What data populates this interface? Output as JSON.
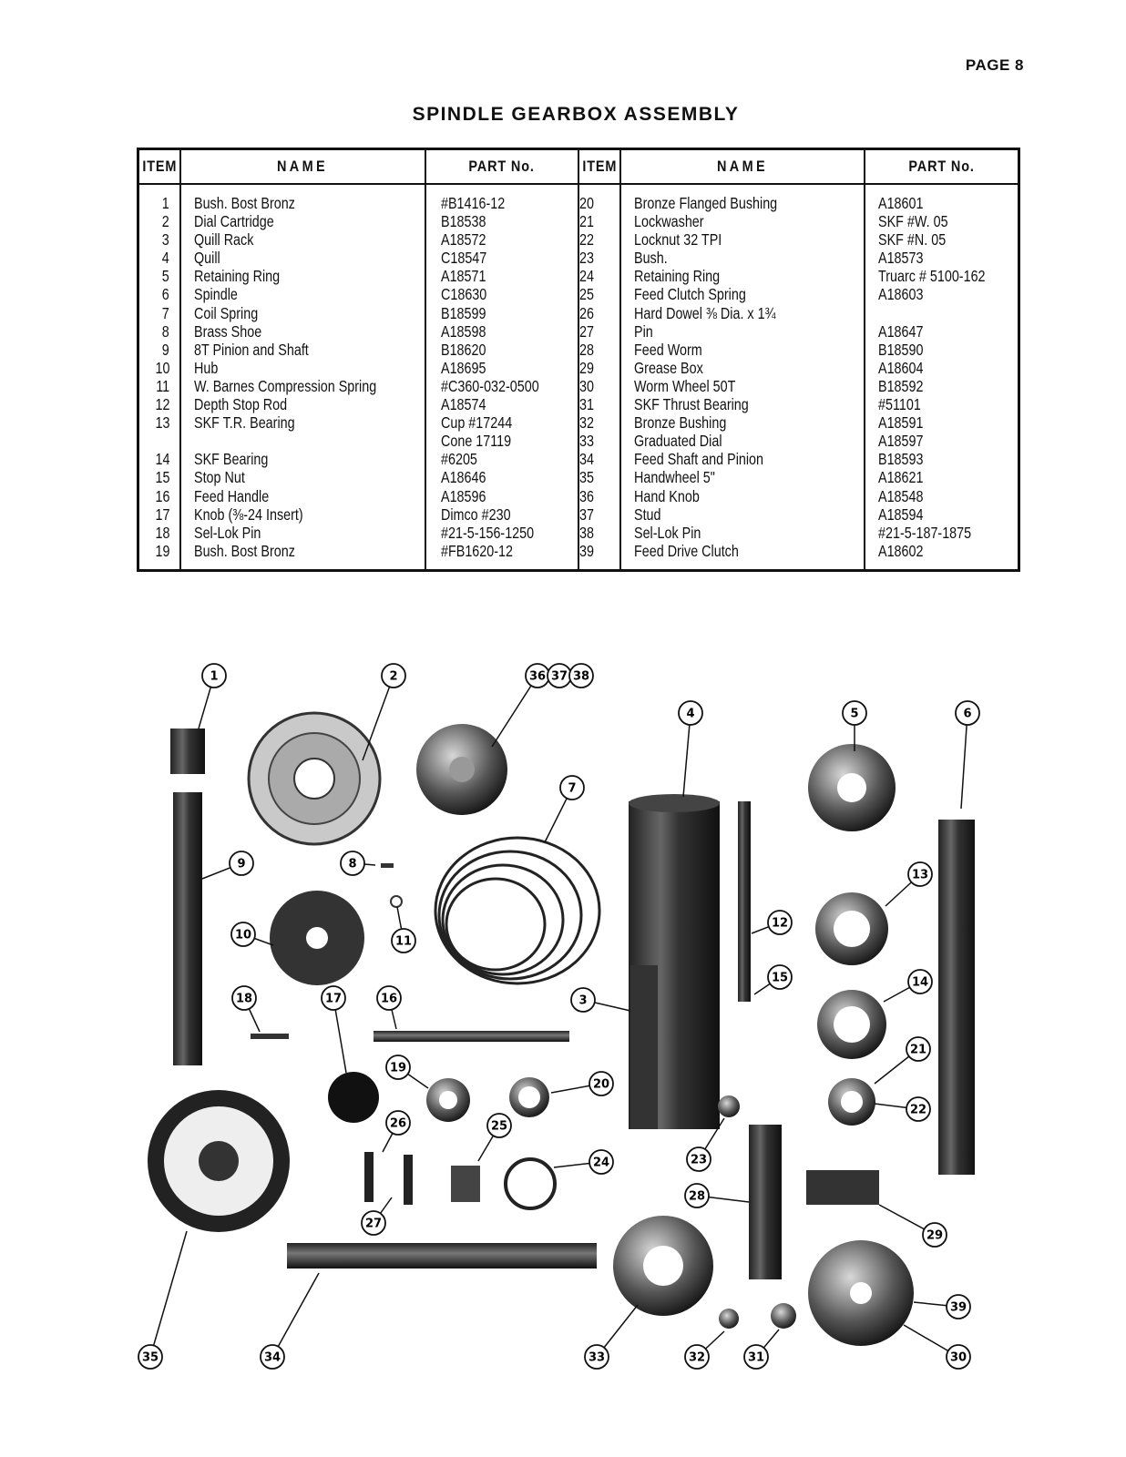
{
  "page_label": "PAGE 8",
  "title": "SPINDLE GEARBOX ASSEMBLY",
  "columns": {
    "item": "ITEM",
    "name": "NAME",
    "part": "PART No."
  },
  "left_items": [
    {
      "item": "1",
      "name": "Bush. Bost Bronz",
      "part": "#B1416-12"
    },
    {
      "item": "2",
      "name": "Dial Cartridge",
      "part": "B18538"
    },
    {
      "item": "3",
      "name": "Quill Rack",
      "part": "A18572"
    },
    {
      "item": "4",
      "name": "Quill",
      "part": "C18547"
    },
    {
      "item": "5",
      "name": "Retaining Ring",
      "part": "A18571"
    },
    {
      "item": "6",
      "name": "Spindle",
      "part": "C18630"
    },
    {
      "item": "7",
      "name": "Coil Spring",
      "part": "B18599"
    },
    {
      "item": "8",
      "name": "Brass Shoe",
      "part": "A18598"
    },
    {
      "item": "9",
      "name": "8T Pinion and Shaft",
      "part": "B18620"
    },
    {
      "item": "10",
      "name": "Hub",
      "part": "A18695"
    },
    {
      "item": "11",
      "name": "W. Barnes Compression Spring",
      "part": "#C360-032-0500"
    },
    {
      "item": "12",
      "name": "Depth Stop Rod",
      "part": "A18574"
    },
    {
      "item": "13",
      "name": "SKF T.R. Bearing",
      "part": "Cup #17244"
    },
    {
      "item": "",
      "name": "",
      "part": "Cone 17119"
    },
    {
      "item": "14",
      "name": "SKF Bearing",
      "part": "#6205"
    },
    {
      "item": "15",
      "name": "Stop Nut",
      "part": "A18646"
    },
    {
      "item": "16",
      "name": "Feed Handle",
      "part": "A18596"
    },
    {
      "item": "17",
      "name": "Knob (⅜-24 Insert)",
      "part": "Dimco #230"
    },
    {
      "item": "18",
      "name": "Sel-Lok Pin",
      "part": "#21-5-156-1250"
    },
    {
      "item": "19",
      "name": "Bush. Bost Bronz",
      "part": "#FB1620-12"
    }
  ],
  "right_items": [
    {
      "item": "20",
      "name": "Bronze Flanged Bushing",
      "part": "A18601"
    },
    {
      "item": "21",
      "name": "Lockwasher",
      "part": "SKF #W. 05"
    },
    {
      "item": "22",
      "name": "Locknut 32 TPI",
      "part": "SKF #N. 05"
    },
    {
      "item": "23",
      "name": "Bush.",
      "part": "A18573"
    },
    {
      "item": "24",
      "name": "Retaining Ring",
      "part": "Truarc # 5100-162"
    },
    {
      "item": "25",
      "name": "Feed Clutch Spring",
      "part": "A18603"
    },
    {
      "item": "26",
      "name": "Hard Dowel ⅜ Dia. x 1¾",
      "part": ""
    },
    {
      "item": "27",
      "name": "Pin",
      "part": "A18647"
    },
    {
      "item": "28",
      "name": "Feed Worm",
      "part": "B18590"
    },
    {
      "item": "29",
      "name": "Grease Box",
      "part": "A18604"
    },
    {
      "item": "30",
      "name": "Worm Wheel 50T",
      "part": "B18592"
    },
    {
      "item": "31",
      "name": "SKF Thrust Bearing",
      "part": "#51101"
    },
    {
      "item": "32",
      "name": "Bronze Bushing",
      "part": "A18591"
    },
    {
      "item": "33",
      "name": "Graduated Dial",
      "part": "A18597"
    },
    {
      "item": "34",
      "name": "Feed Shaft and Pinion",
      "part": "B18593"
    },
    {
      "item": "35",
      "name": "Handwheel 5\"",
      "part": "A18621"
    },
    {
      "item": "36",
      "name": "Hand Knob",
      "part": "A18548"
    },
    {
      "item": "37",
      "name": "Stud",
      "part": "A18594"
    },
    {
      "item": "38",
      "name": "Sel-Lok Pin",
      "part": "#21-5-187-1875"
    },
    {
      "item": "39",
      "name": "Feed Drive Clutch",
      "part": "A18602"
    }
  ],
  "callouts": [
    "1",
    "2",
    "36",
    "37",
    "38",
    "4",
    "5",
    "6",
    "7",
    "8",
    "9",
    "10",
    "11",
    "12",
    "13",
    "14",
    "15",
    "16",
    "17",
    "18",
    "19",
    "20",
    "21",
    "22",
    "23",
    "24",
    "25",
    "26",
    "27",
    "28",
    "29",
    "30",
    "31",
    "32",
    "33",
    "34",
    "35",
    "3",
    "39"
  ]
}
